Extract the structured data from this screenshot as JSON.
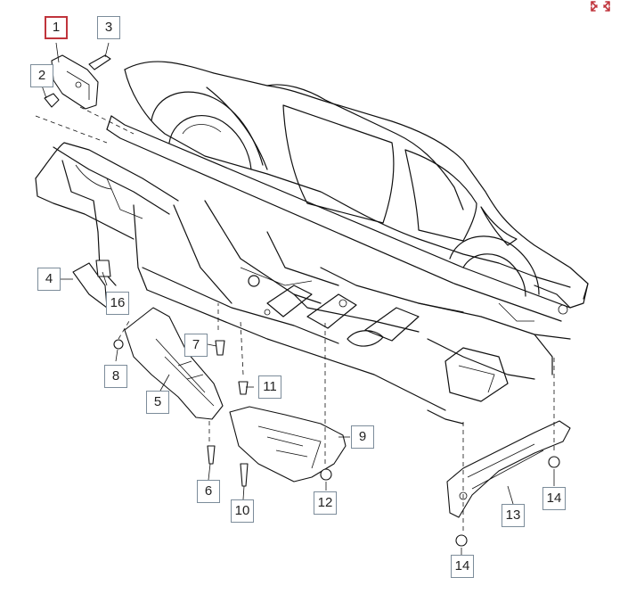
{
  "diagram": {
    "callouts": [
      {
        "id": "callout-1",
        "label": "1",
        "active": true
      },
      {
        "id": "callout-2",
        "label": "2"
      },
      {
        "id": "callout-3",
        "label": "3"
      },
      {
        "id": "callout-4",
        "label": "4"
      },
      {
        "id": "callout-16",
        "label": "16"
      },
      {
        "id": "callout-8",
        "label": "8"
      },
      {
        "id": "callout-7",
        "label": "7"
      },
      {
        "id": "callout-5",
        "label": "5"
      },
      {
        "id": "callout-11",
        "label": "11"
      },
      {
        "id": "callout-6",
        "label": "6"
      },
      {
        "id": "callout-10",
        "label": "10"
      },
      {
        "id": "callout-9",
        "label": "9"
      },
      {
        "id": "callout-12",
        "label": "12"
      },
      {
        "id": "callout-13",
        "label": "13"
      },
      {
        "id": "callout-14a",
        "label": "14"
      },
      {
        "id": "callout-14b",
        "label": "14"
      }
    ],
    "colors": {
      "active_border": "#c0343c",
      "callout_border": "#7c8c9a",
      "expand_icon": "#c0343c"
    },
    "icons": {
      "expand": "expand-arrows-icon"
    }
  }
}
